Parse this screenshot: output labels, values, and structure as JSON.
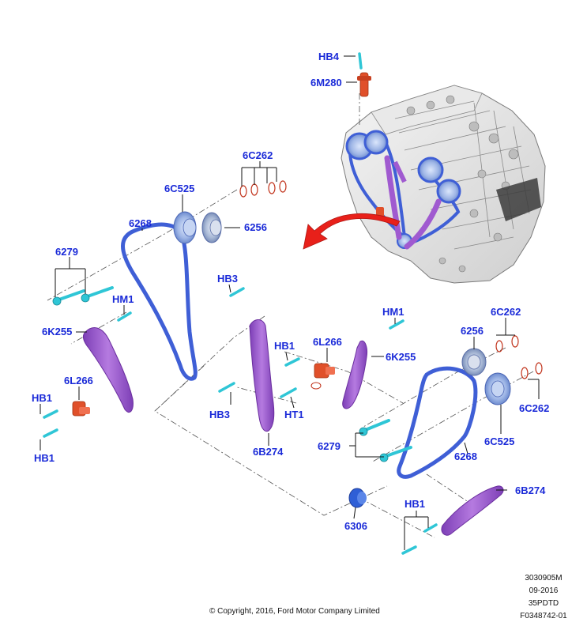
{
  "labels": {
    "hb4": "HB4",
    "m6m280": "6M280",
    "c6c262_top_left": "6C262",
    "c6c525_left": "6C525",
    "c6256_left": "6256",
    "c6268_left": "6268",
    "c6279_left": "6279",
    "hb3_top": "HB3",
    "hm1_left": "HM1",
    "k6k255_left": "6K255",
    "l6l266_left": "6L266",
    "hb1_left_top": "HB1",
    "hb1_left_bottom": "HB1",
    "hb1_center": "HB1",
    "l6l266_center": "6L266",
    "hb3_bottom": "HB3",
    "ht1": "HT1",
    "b6b274_left": "6B274",
    "hm1_right": "HM1",
    "k6k255_right": "6K255",
    "c6c262_right_top": "6C262",
    "c6256_right": "6256",
    "c6c262_right_bottom": "6C262",
    "c6c525_right": "6C525",
    "c6279_right": "6279",
    "c6268_right": "6268",
    "b6b274_right": "6B274",
    "p6306": "6306",
    "hb1_bottom": "HB1"
  },
  "footer": {
    "copyright": "© Copyright, 2016, Ford Motor Company Limited",
    "code1": "3030905M",
    "date": "09-2016",
    "model": "35PDTD",
    "ref": "F0348742-01"
  },
  "colors": {
    "label": "#1a2ad8",
    "chain": "#3f5fd6",
    "guide": "#a05ad0",
    "tensioner": "#e0502a",
    "bolt": "#2fc6d6",
    "sprocket": "#8aa6e0",
    "arrow": "#e8201a"
  }
}
